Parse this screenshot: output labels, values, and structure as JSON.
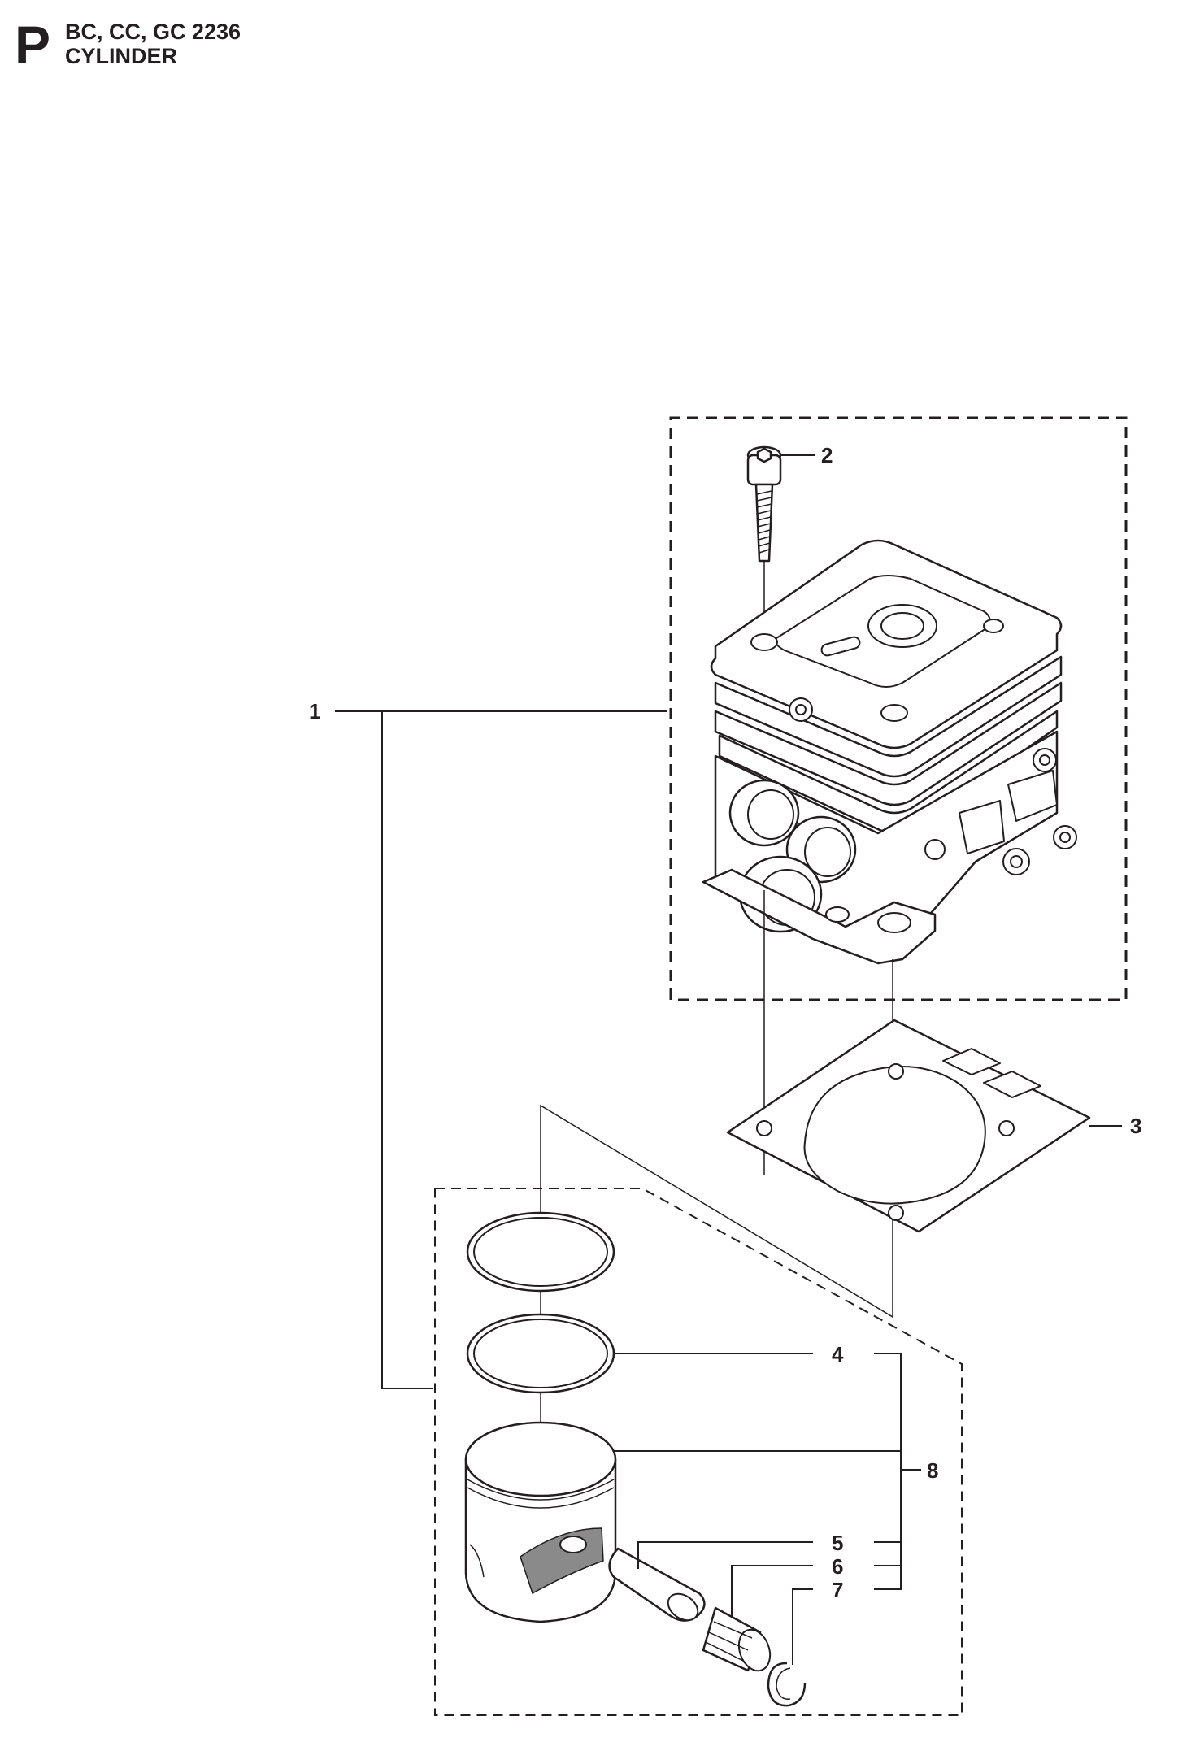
{
  "header": {
    "section_letter": "P",
    "model_line": "BC, CC, GC 2236",
    "title": "CYLINDER"
  },
  "callouts": [
    {
      "id": "1",
      "label": "1",
      "part": "cylinder-assembly"
    },
    {
      "id": "2",
      "label": "2",
      "part": "screw"
    },
    {
      "id": "3",
      "label": "3",
      "part": "gasket"
    },
    {
      "id": "4",
      "label": "4",
      "part": "piston-ring"
    },
    {
      "id": "5",
      "label": "5",
      "part": "piston-pin"
    },
    {
      "id": "6",
      "label": "6",
      "part": "needle-bearing"
    },
    {
      "id": "7",
      "label": "7",
      "part": "circlip"
    },
    {
      "id": "8",
      "label": "8",
      "part": "piston-kit"
    }
  ]
}
